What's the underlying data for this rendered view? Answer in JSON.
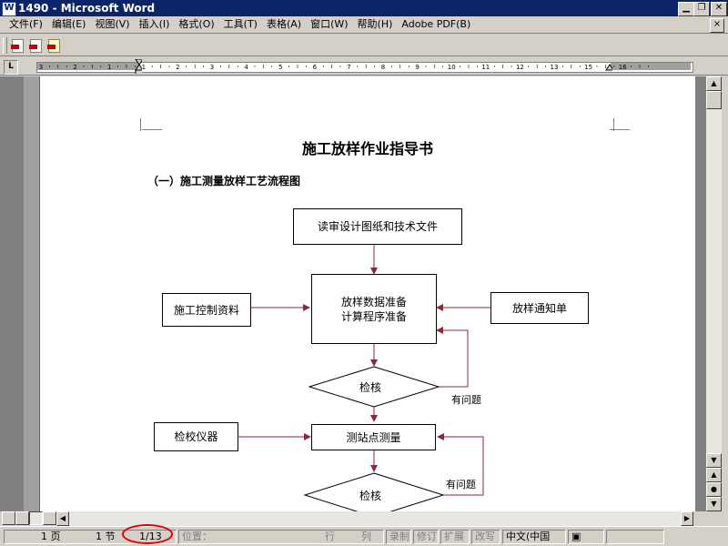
{
  "window": {
    "app_icon": "W",
    "title": "1490 - Microsoft Word",
    "doc_close": "×"
  },
  "menu": [
    "文件(F)",
    "编辑(E)",
    "视图(V)",
    "插入(I)",
    "格式(O)",
    "工具(T)",
    "表格(A)",
    "窗口(W)",
    "帮助(H)",
    "Adobe PDF(B)"
  ],
  "toolbar": {
    "icons": [
      "pdf-convert-icon",
      "pdf-email-icon",
      "pdf-review-icon"
    ]
  },
  "ruler": {
    "tab_selector": "L",
    "numbers": [
      "3",
      "2",
      "1",
      "1",
      "2",
      "3",
      "4",
      "5",
      "6",
      "7",
      "8",
      "9",
      "10",
      "11",
      "12",
      "13",
      "15",
      "16"
    ]
  },
  "document": {
    "title": "施工放样作业指导书",
    "heading": "（一）施工测量放样工艺流程图",
    "flowchart": {
      "read_design": "读审设计图纸和技术文件",
      "construction_control": "施工控制资料",
      "data_prep_line1": "放样数据准备",
      "data_prep_line2": "计算程序准备",
      "layout_notice": "放样通知单",
      "check1": "检核",
      "problem1": "有问题",
      "calibrate": "检校仪器",
      "survey": "测站点测量",
      "check2": "检核",
      "problem2": "有问题"
    }
  },
  "statusbar": {
    "page": "1 页",
    "section": "1 节",
    "page_of": "1/13",
    "position": "位置：",
    "line": "行",
    "column": "列",
    "rec": "录制",
    "trk": "修订",
    "ext": "扩展",
    "ovr": "改写",
    "language": "中文(中国"
  },
  "colors": {
    "titlebar": "#0a246a",
    "chrome": "#d4d0c8",
    "highlight_circle": "#e00000",
    "flow_arrow": "#8b2a3a"
  }
}
